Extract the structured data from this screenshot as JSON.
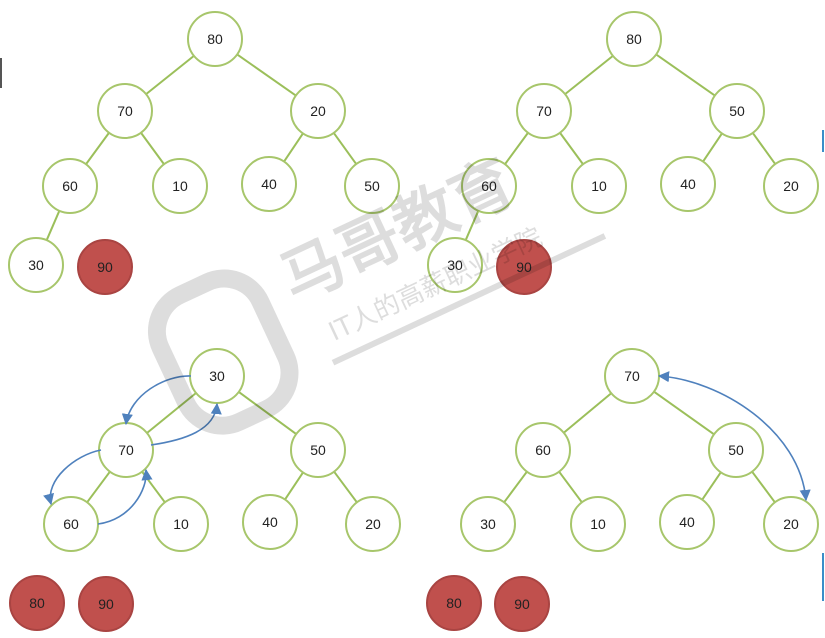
{
  "colors": {
    "node_stroke": "#a7c66b",
    "edge": "#9bbf5a",
    "node_fill": "#ffffff",
    "sorted_fill": "#c0504d",
    "arrow": "#4f81bd"
  },
  "diagrams": [
    {
      "id": "step1",
      "nodes": [
        {
          "id": "a",
          "label": "80"
        },
        {
          "id": "b",
          "label": "70"
        },
        {
          "id": "c",
          "label": "20"
        },
        {
          "id": "d",
          "label": "60"
        },
        {
          "id": "e",
          "label": "10"
        },
        {
          "id": "f",
          "label": "40"
        },
        {
          "id": "g",
          "label": "50"
        },
        {
          "id": "h",
          "label": "30"
        },
        {
          "id": "i",
          "label": "90",
          "sorted": true
        }
      ],
      "edges": [
        [
          "a",
          "b"
        ],
        [
          "a",
          "c"
        ],
        [
          "b",
          "d"
        ],
        [
          "b",
          "e"
        ],
        [
          "c",
          "f"
        ],
        [
          "c",
          "g"
        ],
        [
          "d",
          "h"
        ]
      ]
    },
    {
      "id": "step2",
      "nodes": [
        {
          "id": "a",
          "label": "80"
        },
        {
          "id": "b",
          "label": "70"
        },
        {
          "id": "c",
          "label": "50"
        },
        {
          "id": "d",
          "label": "60"
        },
        {
          "id": "e",
          "label": "10"
        },
        {
          "id": "f",
          "label": "40"
        },
        {
          "id": "g",
          "label": "20"
        },
        {
          "id": "h",
          "label": "30"
        },
        {
          "id": "i",
          "label": "90",
          "sorted": true
        }
      ],
      "edges": [
        [
          "a",
          "b"
        ],
        [
          "a",
          "c"
        ],
        [
          "b",
          "d"
        ],
        [
          "b",
          "e"
        ],
        [
          "c",
          "f"
        ],
        [
          "c",
          "g"
        ],
        [
          "d",
          "h"
        ]
      ]
    },
    {
      "id": "step3",
      "nodes": [
        {
          "id": "a",
          "label": "30"
        },
        {
          "id": "b",
          "label": "70"
        },
        {
          "id": "c",
          "label": "50"
        },
        {
          "id": "d",
          "label": "60"
        },
        {
          "id": "e",
          "label": "10"
        },
        {
          "id": "f",
          "label": "40"
        },
        {
          "id": "g",
          "label": "20"
        },
        {
          "id": "h",
          "label": "80",
          "sorted": true
        },
        {
          "id": "i",
          "label": "90",
          "sorted": true
        }
      ],
      "edges": [
        [
          "a",
          "b"
        ],
        [
          "a",
          "c"
        ],
        [
          "b",
          "d"
        ],
        [
          "b",
          "e"
        ],
        [
          "c",
          "f"
        ],
        [
          "c",
          "g"
        ]
      ],
      "arrows": [
        [
          "a",
          "b"
        ],
        [
          "b",
          "a"
        ],
        [
          "b",
          "d"
        ],
        [
          "d",
          "b"
        ]
      ]
    },
    {
      "id": "step4",
      "nodes": [
        {
          "id": "a",
          "label": "70"
        },
        {
          "id": "b",
          "label": "60"
        },
        {
          "id": "c",
          "label": "50"
        },
        {
          "id": "d",
          "label": "30"
        },
        {
          "id": "e",
          "label": "10"
        },
        {
          "id": "f",
          "label": "40"
        },
        {
          "id": "g",
          "label": "20"
        },
        {
          "id": "h",
          "label": "80",
          "sorted": true
        },
        {
          "id": "i",
          "label": "90",
          "sorted": true
        }
      ],
      "edges": [
        [
          "a",
          "b"
        ],
        [
          "a",
          "c"
        ],
        [
          "b",
          "d"
        ],
        [
          "b",
          "e"
        ],
        [
          "c",
          "f"
        ],
        [
          "c",
          "g"
        ]
      ],
      "arrows": [
        [
          "a",
          "g"
        ]
      ]
    }
  ],
  "watermark": {
    "brand": "马哥教育",
    "tagline": "IT人的高薪职业学院"
  }
}
